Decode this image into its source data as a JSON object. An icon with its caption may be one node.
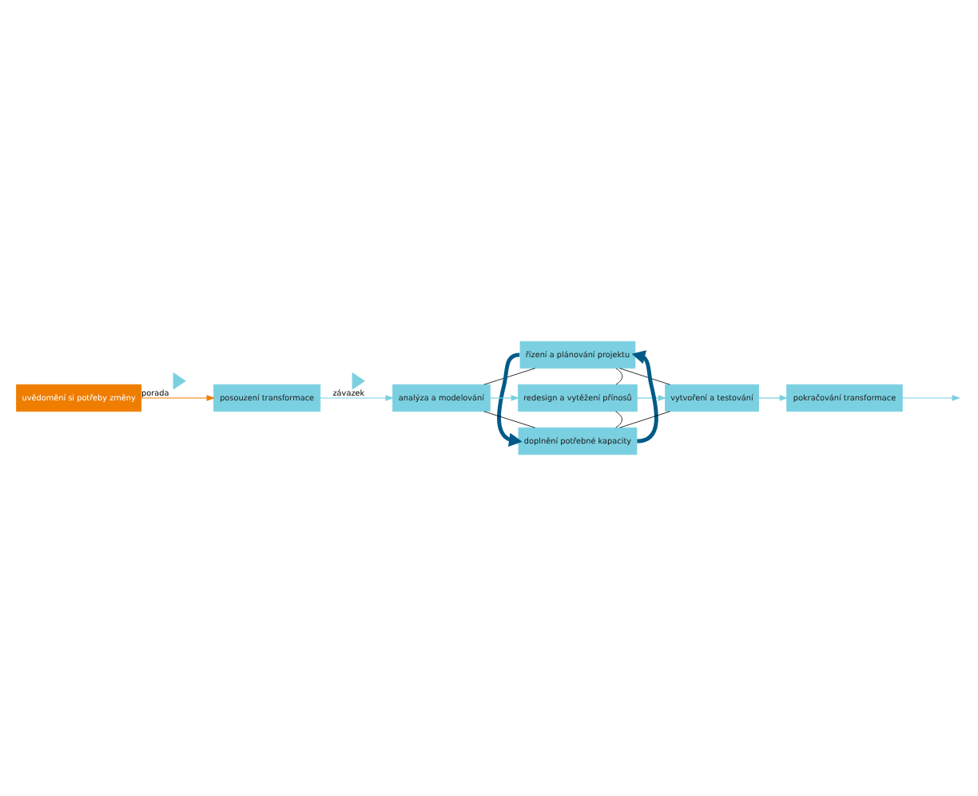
{
  "diagram": {
    "nodes": [
      {
        "text": [
          "řízení a plánování projektu"
        ]
      },
      {
        "text": [
          "uvědomění si potřeby změny"
        ]
      },
      {
        "text": [],
        "shape": "triangle",
        "beside": [
          "porada"
        ]
      },
      {
        "text": [
          "posouzení transformace"
        ]
      },
      {
        "text": [],
        "shape": "triangle",
        "beside": [
          "závazek"
        ]
      },
      {
        "text": [
          "analýza a modelování"
        ]
      },
      {
        "text": [
          "redesign a vytěžení přínosů"
        ]
      },
      {
        "text": [
          "vytvoření a testování"
        ]
      },
      {
        "text": [
          "pokračování transformace"
        ]
      },
      {
        "text": [
          "doplnění potřebné kapacity"
        ]
      }
    ],
    "edges": [
      {
        "from": 1,
        "to": 3,
        "arrow": "to",
        "color": "#ef7d00"
      },
      {
        "from": 3,
        "to": 5,
        "arrow": "to",
        "color": "#7ad0e0"
      },
      {
        "from": 5,
        "to": 6,
        "arrow": "to",
        "color": "#7ad0e0"
      },
      {
        "from": 6,
        "to": 7,
        "arrow": "to",
        "color": "#7ad0e0"
      },
      {
        "from": 7,
        "to": 8,
        "arrow": "to",
        "color": "#7ad0e0"
      },
      {
        "from": 8,
        "to": null,
        "arrow": "to",
        "color": "#7ad0e0"
      },
      {
        "from": 0,
        "to": 9,
        "arrow": "to",
        "style": "thick",
        "color": "#005a87"
      },
      {
        "from": 9,
        "to": 0,
        "arrow": "to",
        "style": "thick",
        "color": "#005a87"
      },
      {
        "from": 0,
        "to": 5,
        "arrow": "none"
      },
      {
        "from": 0,
        "to": 6,
        "arrow": "none"
      },
      {
        "from": 0,
        "to": 7,
        "arrow": "none"
      },
      {
        "from": 9,
        "to": 5,
        "arrow": "none"
      },
      {
        "from": 9,
        "to": 6,
        "arrow": "none"
      },
      {
        "from": 9,
        "to": 7,
        "arrow": "none"
      }
    ]
  }
}
